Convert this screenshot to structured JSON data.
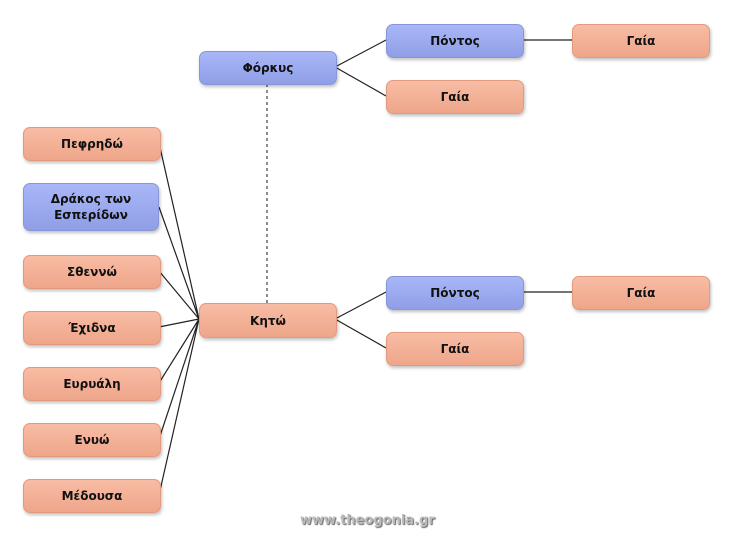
{
  "nodes": {
    "phorkys": "Φόρκυς",
    "phorkys_father": "Πόντος",
    "phorkys_father_mother": "Γαία",
    "phorkys_mother": "Γαία",
    "keto": "Κητώ",
    "keto_father": "Πόντος",
    "keto_father_mother": "Γαία",
    "keto_mother": "Γαία"
  },
  "children": [
    "Πεφρηδώ",
    "Δράκος των Εσπερίδων",
    "Σθεννώ",
    "Έχιδνα",
    "Ευρυάλη",
    "Ενυώ",
    "Μέδουσα"
  ],
  "watermark": "www.theogonia.gr",
  "colors": {
    "male": "#9aa8ee",
    "female": "#f3b195"
  }
}
